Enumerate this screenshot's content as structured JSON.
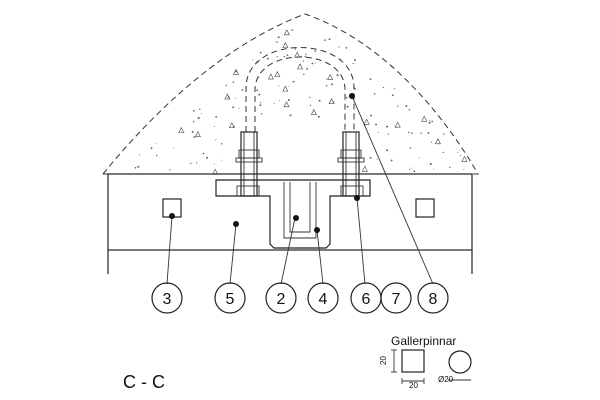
{
  "section_label": "C - C",
  "legend": {
    "title": "Gallerpinnar",
    "square_side": "20",
    "square_width": "20",
    "circle_diameter": "Ø20"
  },
  "callouts": [
    "3",
    "5",
    "2",
    "4",
    "6",
    "7",
    "8"
  ],
  "colors": {
    "stroke": "#222222",
    "fill": "#ffffff"
  }
}
